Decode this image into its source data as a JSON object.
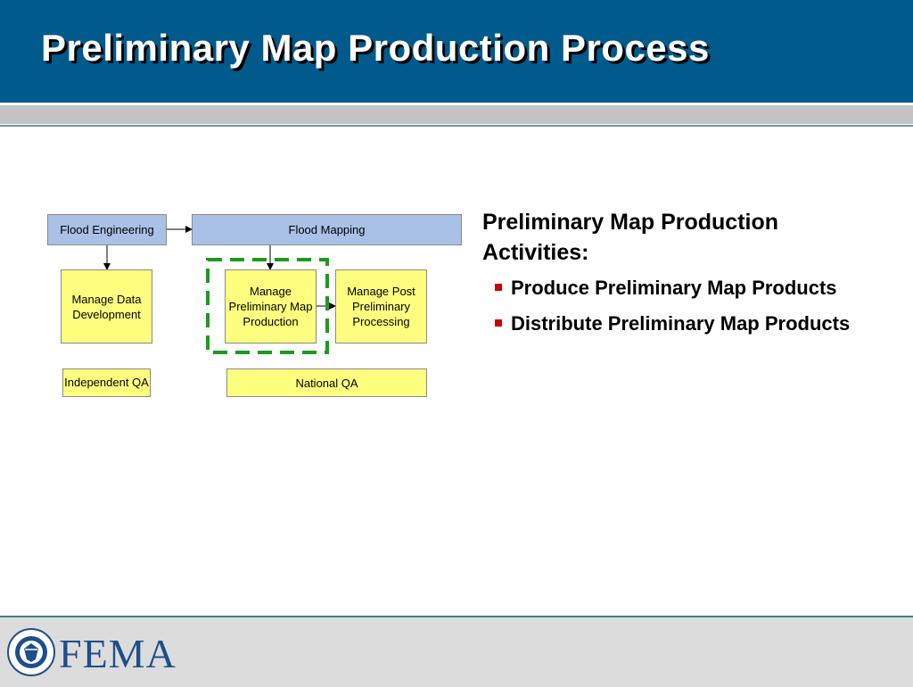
{
  "header": {
    "title": "Preliminary Map Production Process"
  },
  "diagram": {
    "nodes": {
      "flood_engineering": "Flood Engineering",
      "flood_mapping": "Flood Mapping",
      "manage_data_development": "Manage Data Development",
      "manage_preliminary_map_production": "Manage Preliminary Map Production",
      "manage_post_preliminary_processing": "Manage Post Preliminary Processing",
      "independent_qa": "Independent QA",
      "national_qa": "National QA"
    },
    "edges": [
      {
        "from": "flood_engineering",
        "to": "flood_mapping"
      },
      {
        "from": "flood_engineering",
        "to": "manage_data_development"
      },
      {
        "from": "flood_mapping",
        "to": "manage_preliminary_map_production"
      },
      {
        "from": "manage_preliminary_map_production",
        "to": "manage_post_preliminary_processing"
      }
    ],
    "highlighted": "manage_preliminary_map_production",
    "colors": {
      "blue_node": "#a9c1e6",
      "yellow_node": "#ffff7f",
      "highlight_outline": "#1e9a1e"
    }
  },
  "activities": {
    "heading": "Preliminary Map Production Activities:",
    "items": [
      "Produce Preliminary Map Products",
      "Distribute Preliminary Map Products"
    ]
  },
  "footer": {
    "logo_text": "FEMA",
    "seal_icon": "dhs-seal-icon"
  },
  "colors": {
    "header_bg": "#005a8c",
    "bullet": "#cc0000",
    "fema_blue": "#1c4f8c"
  }
}
